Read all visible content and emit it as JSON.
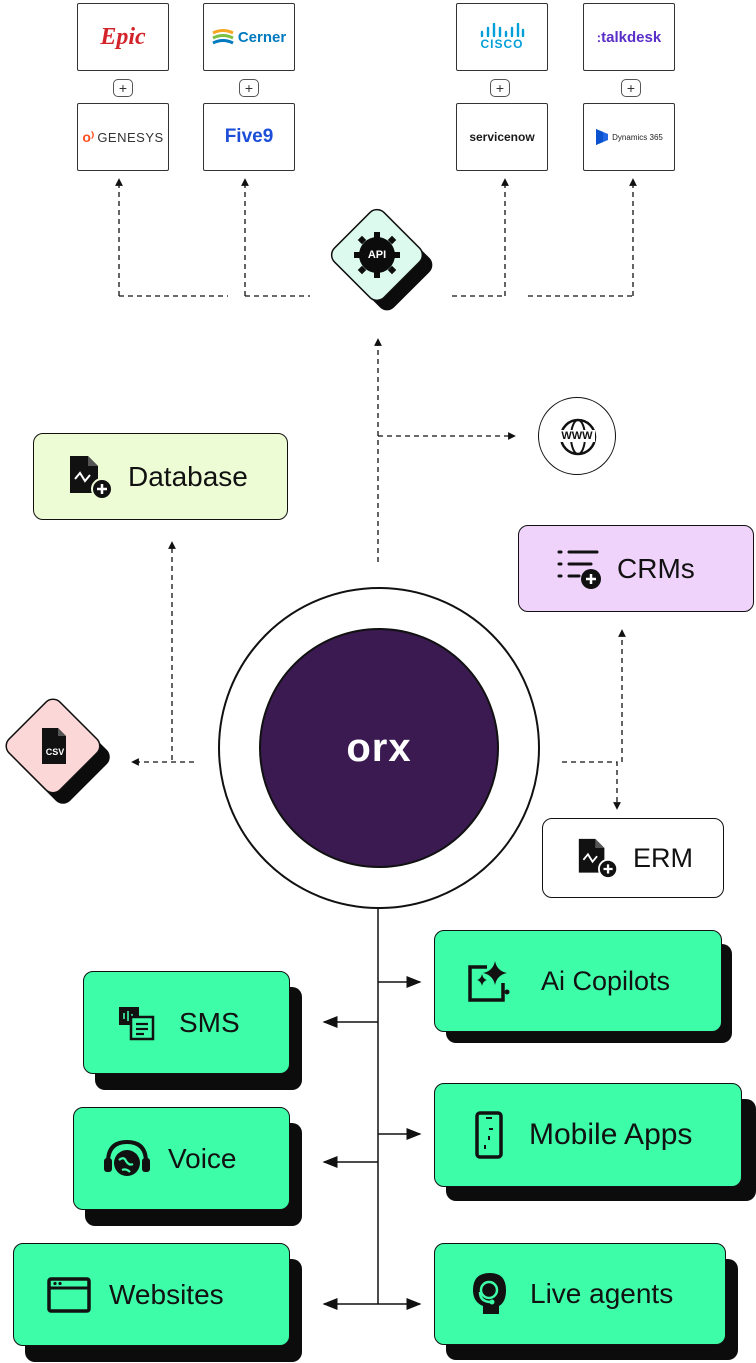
{
  "integrations": {
    "epic": "Epic",
    "cerner": "Cerner",
    "cisco": "CISCO",
    "talkdesk": "talkdesk",
    "genesys": "GENESYS",
    "five9": "Five9",
    "servicenow": "servicenow",
    "dynamics": "Dynamics 365",
    "plus": "+"
  },
  "hub": {
    "api": "API",
    "www": "WWW",
    "csv": "CSV",
    "logo": "orx"
  },
  "sources": {
    "database": "Database",
    "crms": "CRMs",
    "erm": "ERM"
  },
  "channels": {
    "sms": "SMS",
    "voice": "Voice",
    "websites": "Websites",
    "ai_copilots": "Ai Copilots",
    "mobile_apps": "Mobile Apps",
    "live_agents": "Live agents"
  },
  "colors": {
    "channel_green": "#3dfda9",
    "database_bg": "#eefcd6",
    "crms_bg": "#f0d3fb",
    "api_bg": "#dcfbee",
    "csv_bg": "#fbd7d8",
    "hub_purple": "#3b1a52"
  }
}
